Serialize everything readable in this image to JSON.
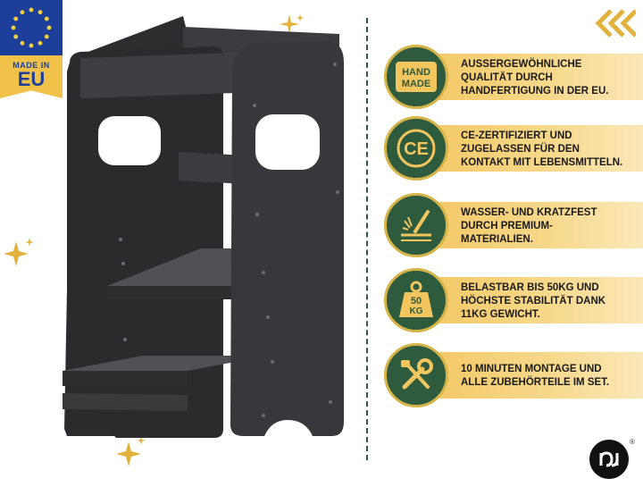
{
  "badge": {
    "made_in": "MADE IN",
    "region": "EU"
  },
  "colors": {
    "eu_blue": "#1d3f9a",
    "gold": "#f1c24a",
    "dark_green": "#2e5a3d",
    "stool": "#3a3a3d"
  },
  "features": [
    {
      "icon": "handmade-stamp-icon",
      "icon_text": [
        "HAND",
        "MADE"
      ],
      "lines": [
        "AUSSERGEWÖHNLICHE",
        "QUALITÄT DURCH",
        "HANDFERTIGUNG IN DER EU."
      ]
    },
    {
      "icon": "ce-mark-icon",
      "icon_text": [
        "CE"
      ],
      "lines": [
        "CE-ZERTIFIZIERT UND",
        "ZUGELASSEN FÜR DEN",
        "KONTAKT MIT LEBENSMITTELN."
      ]
    },
    {
      "icon": "scratch-resistant-icon",
      "icon_text": [],
      "lines": [
        "WASSER- UND KRATZFEST",
        "DURCH PREMIUM-",
        "MATERIALIEN."
      ]
    },
    {
      "icon": "weight-50kg-icon",
      "icon_text": [
        "50",
        "KG"
      ],
      "lines": [
        "BELASTBAR BIS 50KG UND",
        "HÖCHSTE STABILITÄT DANK",
        "11KG GEWICHT."
      ]
    },
    {
      "icon": "tools-wrench-icon",
      "icon_text": [],
      "lines": [
        "10 MINUTEN MONTAGE UND",
        "ALLE ZUBEHÖRTEILE IM SET."
      ]
    }
  ],
  "brand": {
    "registered": "®"
  }
}
